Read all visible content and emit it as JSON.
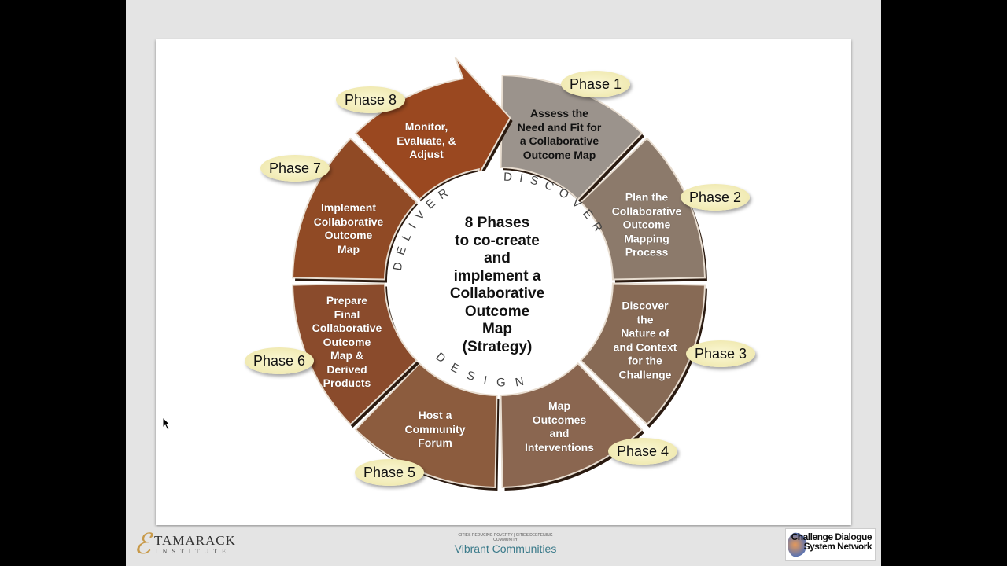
{
  "center": {
    "title": "8 Phases\nto co-create\nand\nimplement a\nCollaborative\nOutcome\nMap\n(Strategy)"
  },
  "stages": {
    "discover": "DISCOVER",
    "design": "DESIGN",
    "deliver": "DELIVER"
  },
  "phases": [
    {
      "label": "Phase 1",
      "text": "Assess the\nNeed and Fit for\na Collaborative\nOutcome Map",
      "color": "#9b938c"
    },
    {
      "label": "Phase 2",
      "text": "Plan the\nCollaborative\nOutcome\nMapping\nProcess",
      "color": "#8c7a6b"
    },
    {
      "label": "Phase 3",
      "text": "Discover\nthe\nNature of\nand Context\nfor the\nChallenge",
      "color": "#876a55"
    },
    {
      "label": "Phase 4",
      "text": "Map\nOutcomes\nand\nInterventions",
      "color": "#8a6650"
    },
    {
      "label": "Phase 5",
      "text": "Host a\nCommunity\nForum",
      "color": "#8c5c3e"
    },
    {
      "label": "Phase 6",
      "text": "Prepare\nFinal\nCollaborative\nOutcome\nMap &\nDerived\nProducts",
      "color": "#8a4b2c"
    },
    {
      "label": "Phase 7",
      "text": "Implement\nCollaborative\nOutcome\nMap",
      "color": "#904a25"
    },
    {
      "label": "Phase 8",
      "text": "Monitor,\nEvaluate, &\nAdjust",
      "color": "#9a4820"
    }
  ],
  "footer": {
    "tamarack": {
      "name": "TAMARACK",
      "sub": "INSTITUTE"
    },
    "vibrant": {
      "tagline": "CITIES REDUCING POVERTY | CITIES DEEPENING COMMUNITY",
      "name": "Vibrant Communities"
    },
    "cdsn": {
      "name": "Challenge Dialogue\nSystem Network"
    }
  }
}
